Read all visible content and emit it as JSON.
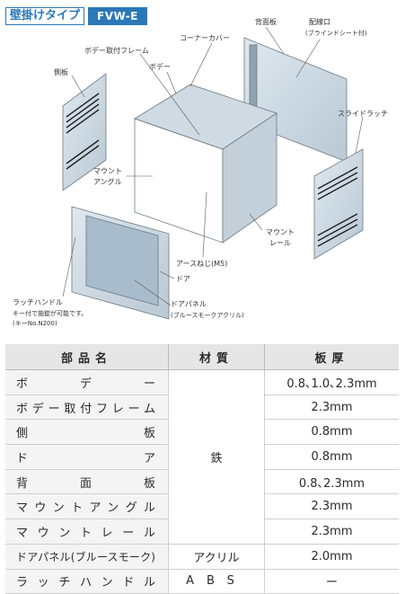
{
  "header": {
    "title": "壁掛けタイプ",
    "model": "FVW-E"
  },
  "diagram_labels": {
    "back_panel": "背面板",
    "wiring_port": "配線口",
    "wiring_port_note": "(ブラインドシート付)",
    "corner_cover": "コーナーカバー",
    "body_frame": "ボデー取付フレーム",
    "body": "ボデー",
    "side_panel": "側板",
    "slide_latch": "スライドラッチ",
    "mount_angle_1": "マウント",
    "mount_angle_2": "アングル",
    "mount_rail_1": "マウント",
    "mount_rail_2": "レール",
    "earth_screw": "アースねじ(M5)",
    "door": "ドア",
    "door_panel": "ドアパネル",
    "door_panel_note": "(ブルースモークアクリル)",
    "latch_handle": "ラッチハンドル",
    "latch_handle_note1": "キー付で施錠が可能です。",
    "latch_handle_note2": "(キーNo.N200)"
  },
  "table": {
    "headers": [
      "部品名",
      "材質",
      "板厚"
    ],
    "rows": [
      {
        "part": "ボデー",
        "thickness": "0.8､1.0､2.3mm"
      },
      {
        "part": "ボデー取付フレーム",
        "thickness": "2.3mm"
      },
      {
        "part": "側板",
        "thickness": "0.8mm"
      },
      {
        "part": "ドア",
        "thickness": "0.8mm"
      },
      {
        "part": "背面板",
        "thickness": "0.8､2.3mm"
      },
      {
        "part": "マウントアングル",
        "thickness": "2.3mm"
      },
      {
        "part": "マウントレール",
        "thickness": "2.3mm"
      },
      {
        "part": "ドアパネル(ブルースモーク)",
        "material": "アクリル",
        "thickness": "2.0mm"
      },
      {
        "part": "ラッチハンドル",
        "material": "ABS",
        "thickness": "ー"
      }
    ],
    "shared_material": "鉄"
  }
}
